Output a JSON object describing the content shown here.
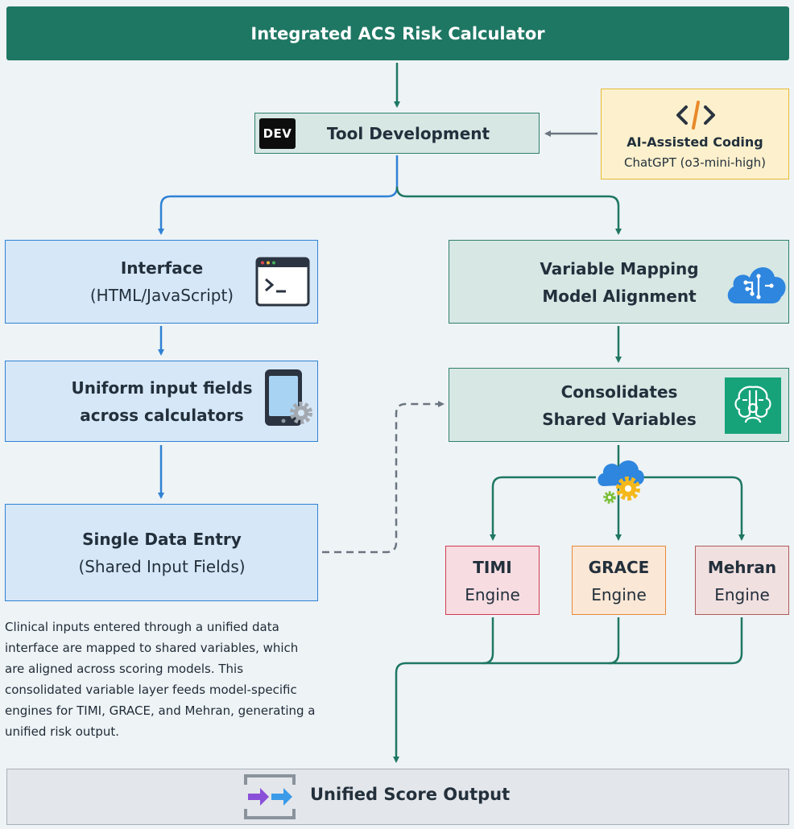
{
  "header": {
    "title": "Integrated ACS Risk Calculator"
  },
  "tool": {
    "logo": "DEV",
    "title": "Tool Development"
  },
  "ai": {
    "icon": "code-icon",
    "title": "AI-Assisted Coding",
    "subtitle": "ChatGPT (o3-mini-high)"
  },
  "interface": {
    "title": "Interface",
    "subtitle": "(HTML/JavaScript)",
    "icon": "terminal-icon"
  },
  "uniform": {
    "line1": "Uniform input fields",
    "line2": "across calculators",
    "icon": "tablet-gear-icon"
  },
  "single": {
    "title": "Single Data Entry",
    "subtitle": "(Shared Input Fields)"
  },
  "mapping": {
    "line1": "Variable Mapping",
    "line2": "Model Alignment",
    "icon": "cloud-circuit-icon"
  },
  "consolidates": {
    "line1": "Consolidates",
    "line2": "Shared Variables",
    "icon": "brain-person-icon"
  },
  "engines": [
    {
      "name": "TIMI",
      "label": "Engine"
    },
    {
      "name": "GRACE",
      "label": "Engine"
    },
    {
      "name": "Mehran",
      "label": "Engine"
    }
  ],
  "description": "Clinical inputs entered through a unified data interface are mapped to shared variables, which are aligned across scoring models. This consolidated variable layer feeds model-specific engines for TIMI, GRACE, and Mehran, generating a unified risk output.",
  "output": {
    "title": "Unified Score Output",
    "icon": "arrows-merge-icon"
  },
  "colors": {
    "header": "#1e7763",
    "blue": "#2f82d4",
    "green": "#1e7763",
    "ai_border": "#e8bb32"
  }
}
